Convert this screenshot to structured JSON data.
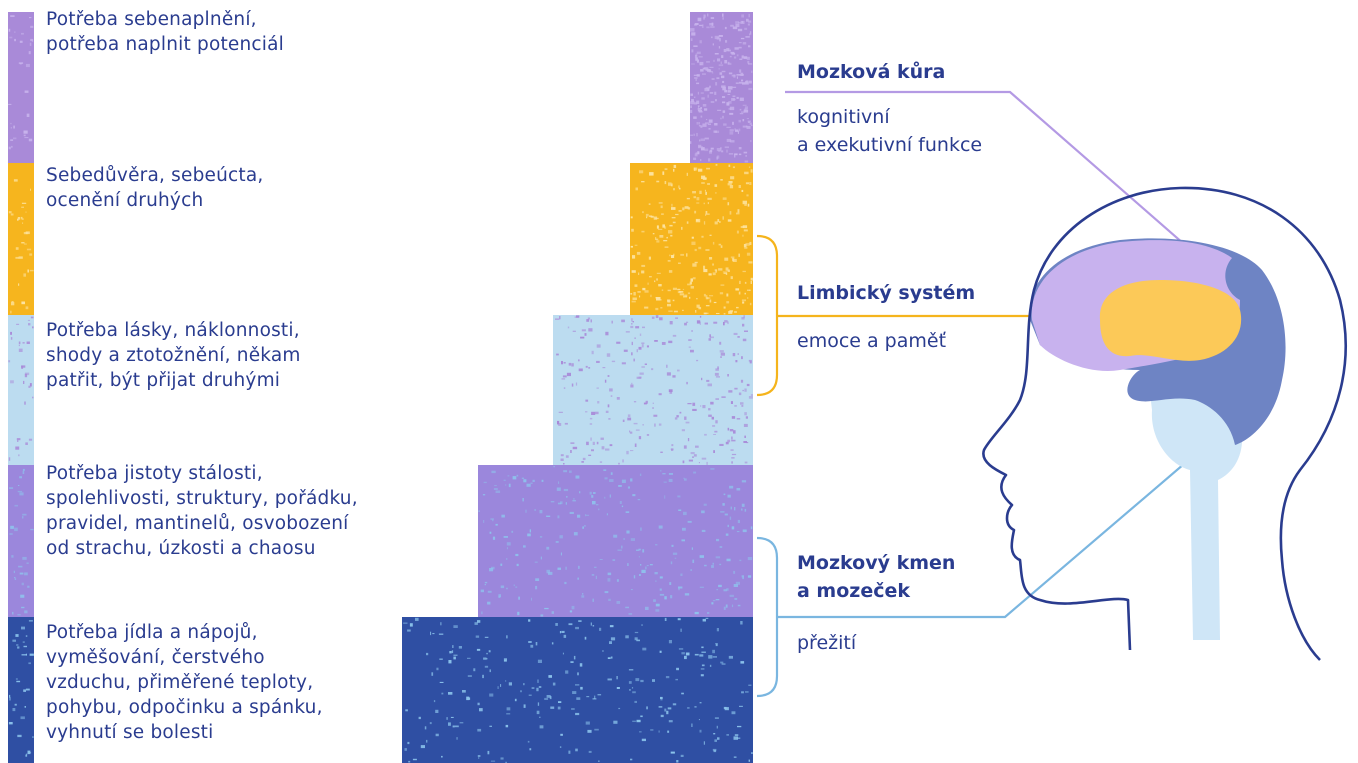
{
  "colors": {
    "purple": "#a98ad8",
    "orange": "#f6b51e",
    "light_blue": "#bcdcf0",
    "medium_purple": "#9b87dc",
    "dark_blue": "#2f4fa3",
    "text": "#2a3c8f",
    "line_purple": "#b49ae4",
    "line_orange": "#f5b41c",
    "line_blue": "#7ab6e0"
  },
  "needs": [
    {
      "text": "Potřeba sebenaplnění,\npotřeba naplnit potenciál",
      "color": "#a98ad8",
      "fleck": "#c7b2ec",
      "level": 1
    },
    {
      "text": "Sebedůvěra, sebeúcta,\nocenění druhých",
      "color": "#f6b51e",
      "fleck": "#fde3a0",
      "level": 2
    },
    {
      "text": "Potřeba lásky, náklonnosti,\nshody a ztotožnění, někam\npatřit, být přijat druhými",
      "color": "#bcdcf0",
      "fleck": "#a98ad8",
      "level": 3
    },
    {
      "text": "Potřeba jistoty stálosti,\nspolehlivosti, struktury, pořádku,\npravidel, mantinelů, osvobození\nod strachu, úzkosti a chaosu",
      "color": "#9b87dc",
      "fleck": "#8fc0ec",
      "level": 4
    },
    {
      "text": "Potřeba jídla a nápojů,\nvyměšování, čerstvého\nvzduchu, přiměřené teploty,\npohybu, odpočinku a spánku,\nvyhnutí se bolesti",
      "color": "#2f4fa3",
      "fleck": "#8cc4ec",
      "level": 5
    }
  ],
  "brain_regions": [
    {
      "title": "Mozková kůra",
      "description": "kognitivní\na exekutivní funkce",
      "color": "#b49ae4"
    },
    {
      "title": "Limbický systém",
      "description": "emoce a paměť",
      "color": "#f5b41c"
    },
    {
      "title": "Mozkový kmen\na mozeček",
      "description": "přežití",
      "color": "#7ab6e0"
    }
  ],
  "head_icon": "head-profile-icon"
}
